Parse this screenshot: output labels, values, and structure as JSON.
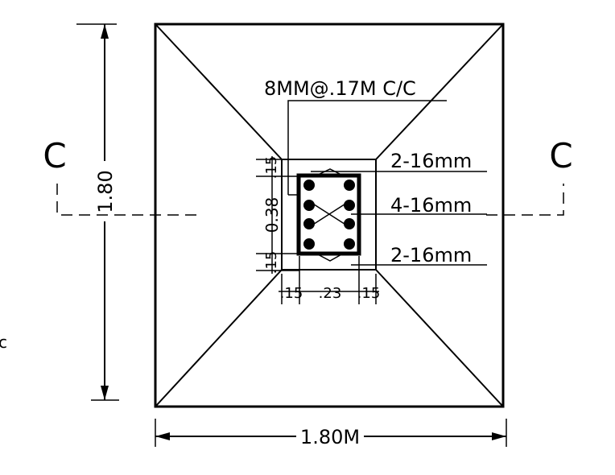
{
  "title": "",
  "section_marks": {
    "left": "C",
    "right": "C"
  },
  "labels": {
    "stirrup": "8MM@.17M C/C",
    "bars_top": "2-16mm",
    "bars_middle": "4-16mm",
    "bars_bottom": "2-16mm",
    "left_edge_fragment": "c"
  },
  "dimensions": {
    "footing_height": "1.80",
    "footing_width": "1.80M",
    "column_depth": "0.38",
    "top_offset": ".15",
    "bottom_offset": ".15",
    "left_offset": ".15",
    "column_width": ".23",
    "right_offset": ".15"
  },
  "rebar": {
    "bar_count": 8,
    "bar_color": "#000000"
  },
  "colors": {
    "line": "#000000",
    "background": "#ffffff"
  }
}
